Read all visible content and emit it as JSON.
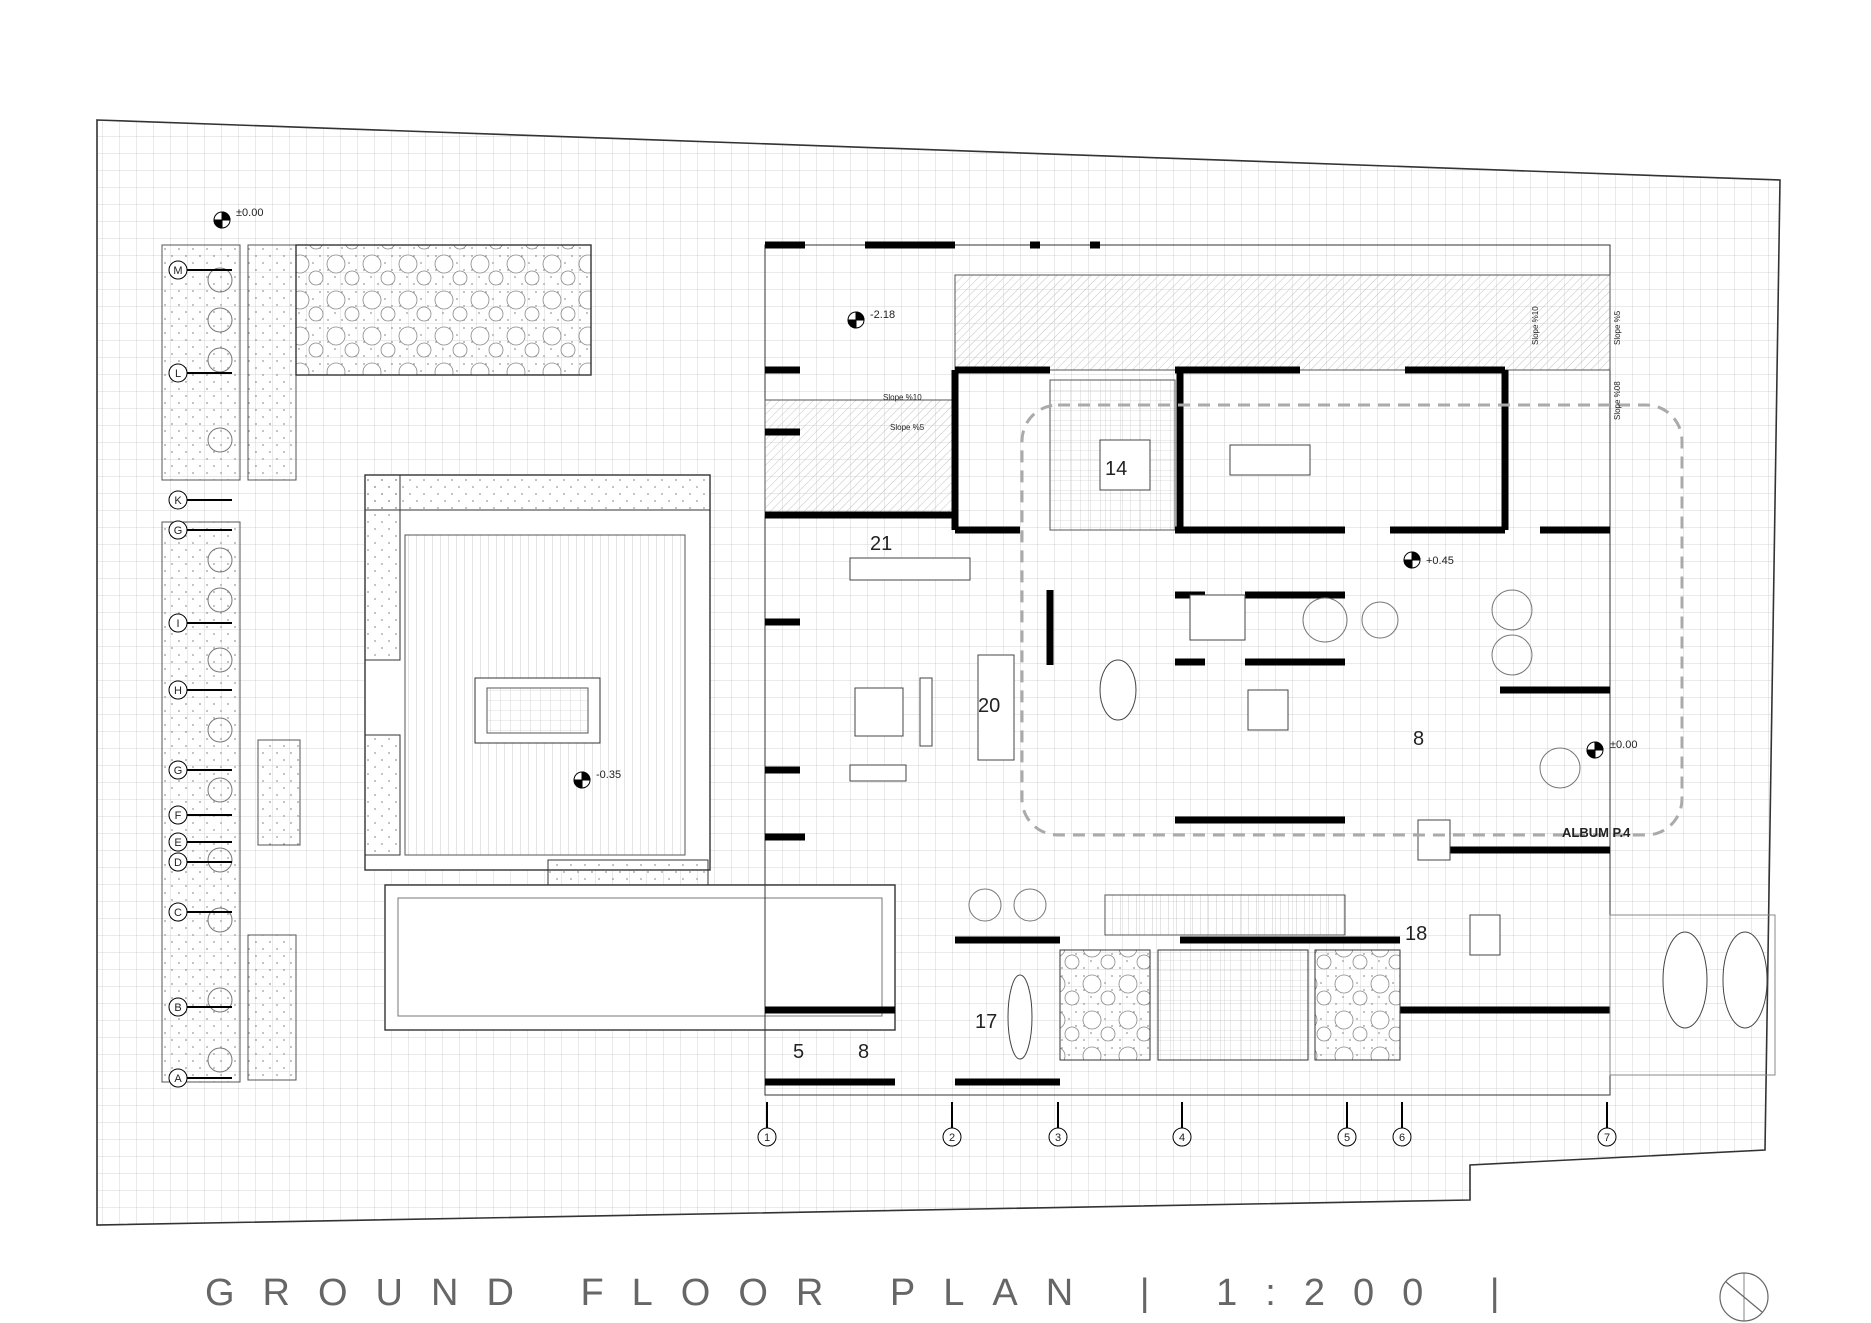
{
  "title": "GROUND FLOOR PLAN | 1:200 |",
  "album_label": "ALBUM P.4",
  "levels": [
    "±0.00",
    "-2.18",
    "-0.35",
    "+0.45",
    "±0.00"
  ],
  "rooms": [
    "14",
    "21",
    "20",
    "8",
    "18",
    "17",
    "5",
    "8"
  ],
  "slopes": [
    "Slope %10",
    "Slope %5",
    "Slope %10",
    "Slope %5",
    "Slope %08"
  ],
  "grid_rows": [
    "M",
    "L",
    "K",
    "G",
    "I",
    "H",
    "G",
    "F",
    "E",
    "D",
    "C",
    "B",
    "A"
  ],
  "grid_cols": [
    "1",
    "2",
    "3",
    "4",
    "5",
    "6",
    "7"
  ],
  "icons": [
    "level-marker-icon",
    "north-arrow-icon",
    "section-marker-icon",
    "tree-icon",
    "car-icon",
    "boat-icon"
  ]
}
